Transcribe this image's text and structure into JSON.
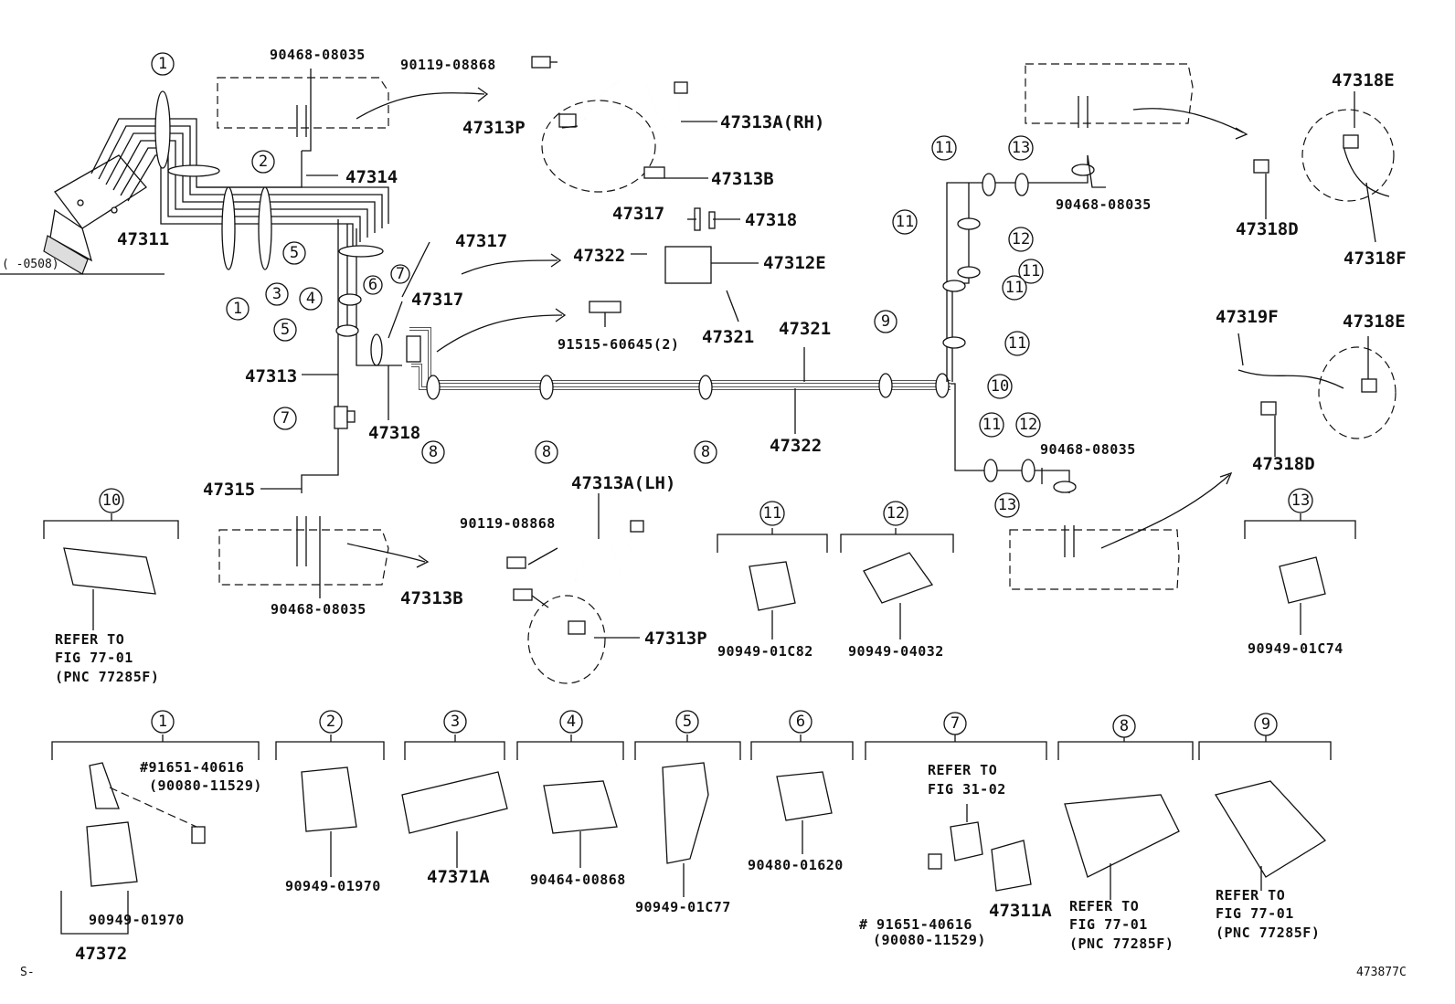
{
  "labels": {
    "p47311": "47311",
    "date_code": "(   -0508)",
    "p90468_08035_a": "90468-08035",
    "p47314": "47314",
    "p90119_08868_a": "90119-08868",
    "p47313P_a": "47313P",
    "p47313A_RH": "47313A(RH)",
    "p47313B_a": "47313B",
    "p47317_a": "47317",
    "p47318_a": "47318",
    "p47322_a": "47322",
    "p47312E": "47312E",
    "p47317_b": "47317",
    "p47317_c": "47317",
    "p91515": "91515-60645(2)",
    "p47321_a": "47321",
    "p47321_b": "47321",
    "p47313": "47313",
    "p47318_b": "47318",
    "p47322_b": "47322",
    "p47315": "47315",
    "p90468_08035_b": "90468-08035",
    "p47313A_LH": "47313A(LH)",
    "p90119_08868_b": "90119-08868",
    "p47313B_b": "47313B",
    "p47313P_b": "47313P",
    "p90468_08035_c": "90468-08035",
    "p90468_08035_d": "90468-08035",
    "p47318E_a": "47318E",
    "p47318D_a": "47318D",
    "p47318F": "47318F",
    "p47319F": "47319F",
    "p47318E_b": "47318E",
    "p47318D_b": "47318D",
    "p90949_01C82": "90949-01C82",
    "p90949_04032": "90949-04032",
    "p90949_01C74": "90949-01C74",
    "refer10_1": "REFER TO",
    "refer10_2": "FIG 77-01",
    "refer10_3": "(PNC 77285F)",
    "p91651_40616_a": "#91651-40616",
    "p90080_11529_a": "(90080-11529)",
    "p90949_01970_a": "90949-01970",
    "p47372": "47372",
    "p90949_01970_b": "90949-01970",
    "p47371A": "47371A",
    "p90464_00868": "90464-00868",
    "p90949_01C77": "90949-01C77",
    "p90480_01620": "90480-01620",
    "refer7_1": "REFER TO",
    "refer7_2": "FIG 31-02",
    "p91651_40616_b": "# 91651-40616",
    "p90080_11529_b": "(90080-11529)",
    "p47311A": "47311A",
    "refer8_1": "REFER TO",
    "refer8_2": "FIG 77-01",
    "refer8_3": "(PNC 77285F)",
    "refer9_1": "REFER TO",
    "refer9_2": "FIG 77-01",
    "refer9_3": "(PNC 77285F)",
    "corner_left": "S-",
    "figure_code": "473877C"
  },
  "callouts": {
    "c1a": "1",
    "c2a": "2",
    "c1b": "1",
    "c3a": "3",
    "c5a": "5",
    "c6a": "6",
    "c7a": "7",
    "c4a": "4",
    "c5b": "5",
    "c7b": "7",
    "c8a": "8",
    "c8b": "8",
    "c8c": "8",
    "c9a": "9",
    "c10a": "10",
    "c11a": "11",
    "c13a": "13",
    "c12a": "12",
    "c11b": "11",
    "c11c": "11",
    "c11d": "11",
    "c11e": "11",
    "c11f": "11",
    "c12b": "12",
    "c13b": "13",
    "g10": "10",
    "g11": "11",
    "g12": "12",
    "g13": "13",
    "g1": "1",
    "g2": "2",
    "g3": "3",
    "g4": "4",
    "g5": "5",
    "g6": "6",
    "g7": "7",
    "g8": "8",
    "g9": "9"
  }
}
